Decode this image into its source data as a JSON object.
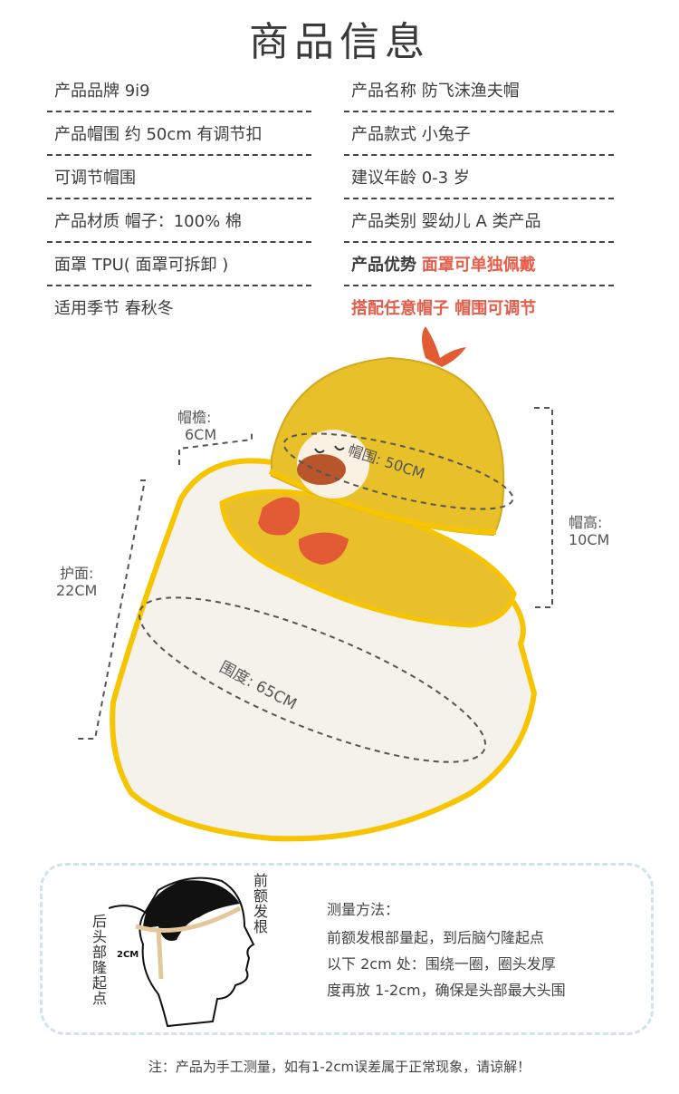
{
  "title": "商品信息",
  "info_rows": [
    {
      "left": "产品品牌 9i9",
      "right": "产品名称 防飞沫渔夫帽"
    },
    {
      "left": "产品帽围 约 50cm 有调节扣",
      "right": "产品款式 小兔子"
    },
    {
      "left": "可调节帽围",
      "right": "建议年龄 0-3 岁"
    },
    {
      "left": "产品材质 帽子：100% 棉",
      "right": "产品类别 婴幼儿 A 类产品"
    },
    {
      "left": "面罩 TPU( 面罩可拆卸 )",
      "right_label": "产品优势",
      "right_highlight": "面罩可单独佩戴"
    },
    {
      "left": "适用季节 春秋冬",
      "right_highlight": "搭配任意帽子 帽围可调节"
    }
  ],
  "dimensions": {
    "brim_label": "帽檐:",
    "brim_value": "6CM",
    "circ_label": "帽围:",
    "circ_value": "50CM",
    "height_label": "帽高:",
    "height_value": "10CM",
    "shield_label": "护面:",
    "shield_value": "22CM",
    "girth_label": "围度:",
    "girth_value": "65CM"
  },
  "measure": {
    "forehead_label": "前额发根",
    "back_label": "后头部隆起点",
    "tape_label": "2CM",
    "method_title": "测量方法：",
    "method_lines": [
      "前额发根部量起，到后脑勺隆起点",
      "以下 2cm 处：围绕一圈，圈头发厚",
      "度再放 1-2cm，确保是头部最大头围"
    ]
  },
  "note": "注：产品为手工测量，如有1-2cm误差属于正常现象，请谅解！",
  "colors": {
    "accent_red": "#e85c4a",
    "hat_yellow": "#e8c12a",
    "trim_yellow": "#f6c400"
  }
}
